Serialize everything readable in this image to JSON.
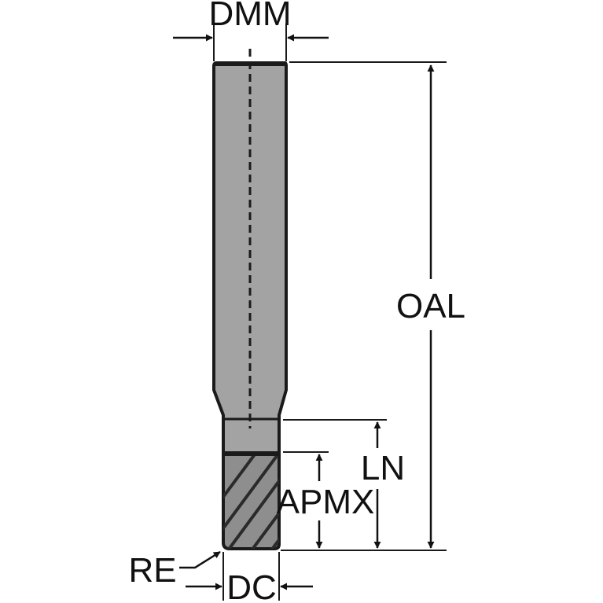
{
  "colors": {
    "tool_fill": "#a3a3a3",
    "flute_fill": "#8e8e8e",
    "outline": "#1a1a1a",
    "background": "#ffffff"
  },
  "labels": {
    "shank_diameter": "DMM",
    "overall_length": "OAL",
    "neck_length": "LN",
    "max_depth_of_cut": "APMX",
    "corner_radius": "RE",
    "cutting_diameter": "DC"
  }
}
